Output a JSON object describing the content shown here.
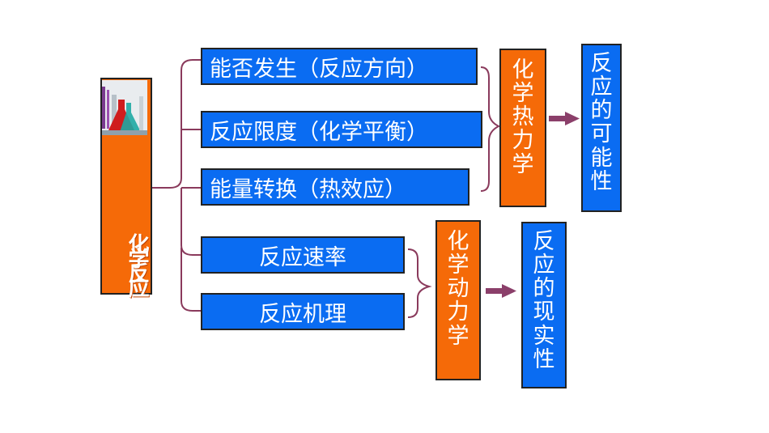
{
  "root": {
    "label": "化学反应"
  },
  "thermo_branches": [
    "能否发生（反应方向）",
    "反应限度（化学平衡）",
    "能量转换（热效应）"
  ],
  "kinetic_branches": [
    "反应速率",
    "反应机理"
  ],
  "thermodynamics": {
    "label": "化学热力学",
    "result": "反应的可能性"
  },
  "kinetics": {
    "label": "化学动力学",
    "result": "反应的现实性"
  },
  "colors": {
    "blue": "#0a6cf2",
    "orange": "#f56a08",
    "connector": "#8a3a5c",
    "arrow": "#8b3f6a"
  }
}
